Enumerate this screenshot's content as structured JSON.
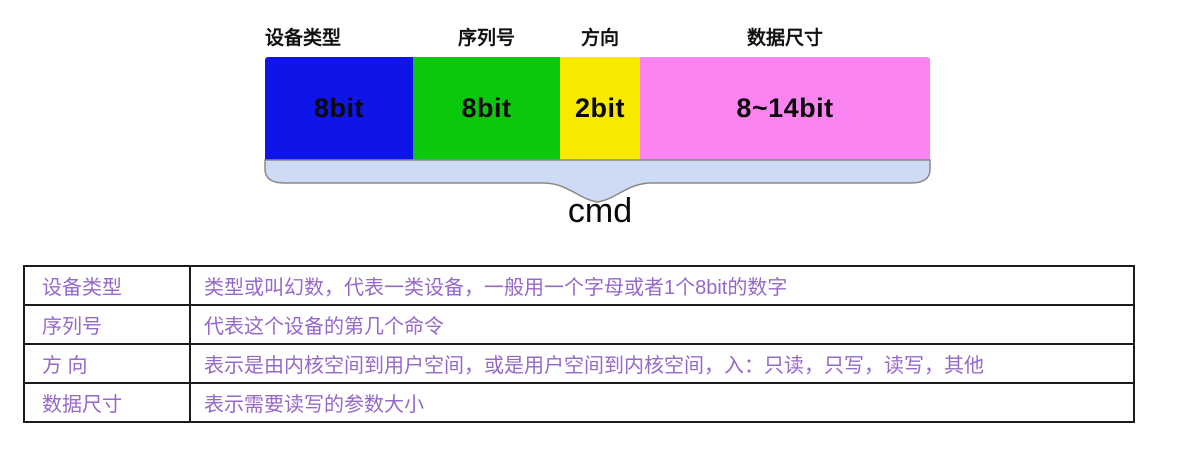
{
  "diagram": {
    "caption": "cmd",
    "fields": [
      {
        "label": "设备类型",
        "bits": "8bit",
        "color": "#0f14e8"
      },
      {
        "label": "序列号",
        "bits": "8bit",
        "color": "#0cc80c"
      },
      {
        "label": "方向",
        "bits": "2bit",
        "color": "#f7e900"
      },
      {
        "label": "数据尺寸",
        "bits": "8~14bit",
        "color": "#fa85f0"
      }
    ],
    "brace_fill": "#cddcf4",
    "brace_stroke": "#8a8a8a"
  },
  "table": {
    "text_color": "#9668c8",
    "rows": [
      {
        "term": "设备类型",
        "description": "类型或叫幻数，代表一类设备，一般用一个字母或者1个8bit的数字"
      },
      {
        "term": "序列号",
        "description": "代表这个设备的第几个命令"
      },
      {
        "term": "方 向",
        "description": "表示是由内核空间到用户空间，或是用户空间到内核空间，入：只读，只写，读写，其他"
      },
      {
        "term": "数据尺寸",
        "description": "表示需要读写的参数大小"
      }
    ]
  }
}
